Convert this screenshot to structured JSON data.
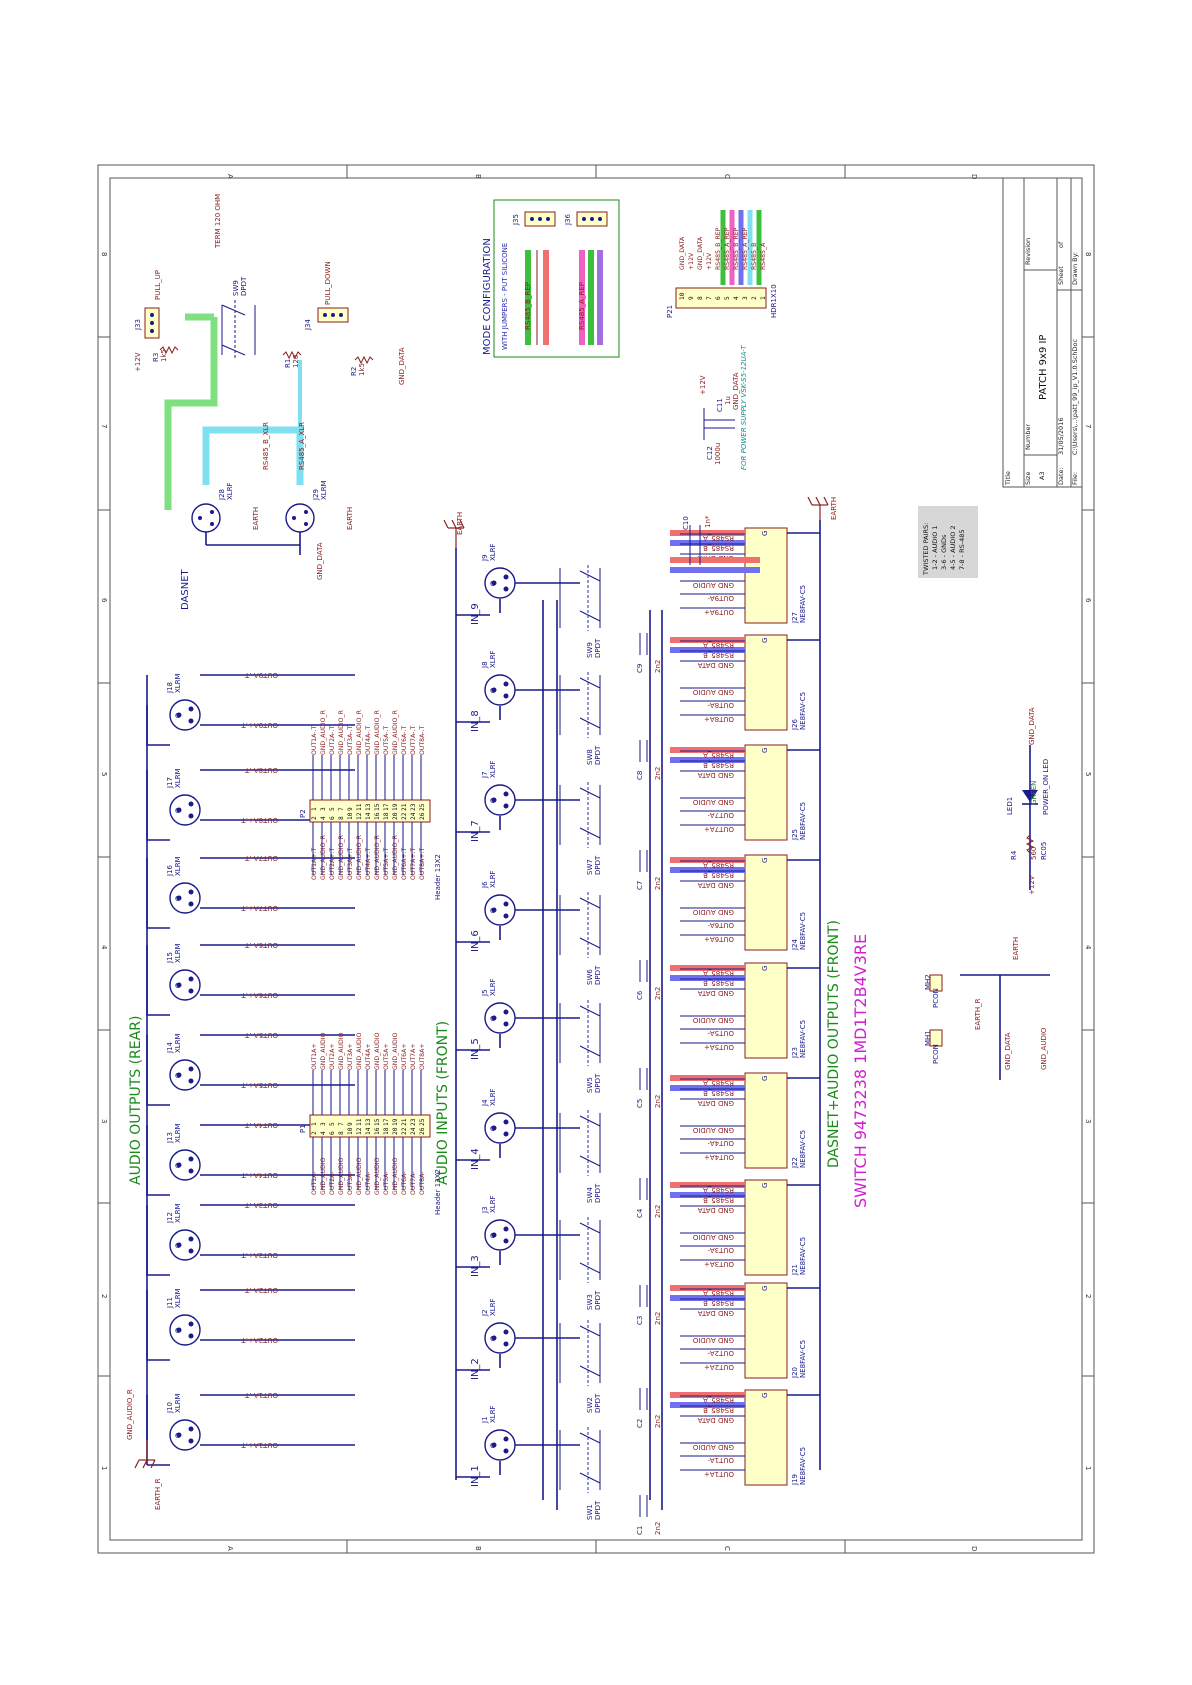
{
  "sheet": {
    "zone_columns": [
      "A",
      "B",
      "C",
      "D"
    ],
    "zone_rows": [
      "1",
      "2",
      "3",
      "4",
      "5",
      "6",
      "7",
      "8"
    ]
  },
  "sections": {
    "rear_outputs": "AUDIO OUTPUTS (REAR)",
    "front_inputs": "AUDIO INPUTS (FRONT)",
    "dasnet_outputs": "DASNET+AUDIO OUTPUTS (FRONT)",
    "switch_part": "SWITCH 9473238 1MD1T2B4V3RE",
    "dasnet": "DASNET",
    "mode_config": "MODE CONFIGURATION",
    "mode_config_note": "WITH JUMPERS - PUT SILICONE",
    "term": "TERM 120 OHM",
    "pull_up": "PULL_UP",
    "pull_down": "PULL_DOWN",
    "power_supply_note": "FOR POWER SUPPLY VSK-S5-12UA-T"
  },
  "rear_outputs": [
    {
      "ref": "J10",
      "type": "XLRM",
      "net_pos": "OUT1A+.T",
      "net_neg": "OUT1A-.T"
    },
    {
      "ref": "J11",
      "type": "XLRM",
      "net_pos": "OUT2A+.T",
      "net_neg": "OUT2A-.T"
    },
    {
      "ref": "J12",
      "type": "XLRM",
      "net_pos": "OUT3A+.T",
      "net_neg": "OUT3A-.T"
    },
    {
      "ref": "J13",
      "type": "XLRM",
      "net_pos": "OUT4A+.T",
      "net_neg": "OUT4A-.T"
    },
    {
      "ref": "J14",
      "type": "XLRM",
      "net_pos": "OUT5A+.T",
      "net_neg": "OUT5A-.T"
    },
    {
      "ref": "J15",
      "type": "XLRM",
      "net_pos": "OUT6A+.T",
      "net_neg": "OUT6A-.T"
    },
    {
      "ref": "J16",
      "type": "XLRM",
      "net_pos": "OUT7A+.T",
      "net_neg": "OUT7A-.T"
    },
    {
      "ref": "J17",
      "type": "XLRM",
      "net_pos": "OUT8A+.T",
      "net_neg": "OUT8A-.T"
    },
    {
      "ref": "J18",
      "type": "XLRM",
      "net_pos": "OUT9A+.T",
      "net_neg": "OUT9A-.T"
    }
  ],
  "rear_ground": {
    "net": "GND_AUDIO_R",
    "earth": "EARTH_R"
  },
  "inputs": [
    {
      "ref": "J1",
      "type": "XLRF",
      "name": "IN_1",
      "sw": "SW1",
      "sw_type": "DPDT",
      "cap": "C1",
      "cap_val": "2n2",
      "out_ref": "J19",
      "out_part": "NE8FAV-C5",
      "net_pos": "OUT1A+",
      "net_neg": "OUT1A-"
    },
    {
      "ref": "J2",
      "type": "XLRF",
      "name": "IN_2",
      "sw": "SW2",
      "sw_type": "DPDT",
      "cap": "C2",
      "cap_val": "2n2",
      "out_ref": "J20",
      "out_part": "NE8FAV-C5",
      "net_pos": "OUT2A+",
      "net_neg": "OUT2A-"
    },
    {
      "ref": "J3",
      "type": "XLRF",
      "name": "IN_3",
      "sw": "SW3",
      "sw_type": "DPDT",
      "cap": "C3",
      "cap_val": "2n2",
      "out_ref": "J21",
      "out_part": "NE8FAV-C5",
      "net_pos": "OUT3A+",
      "net_neg": "OUT3A-"
    },
    {
      "ref": "J4",
      "type": "XLRF",
      "name": "IN_4",
      "sw": "SW4",
      "sw_type": "DPDT",
      "cap": "C4",
      "cap_val": "2n2",
      "out_ref": "J22",
      "out_part": "NE8FAV-C5",
      "net_pos": "OUT4A+",
      "net_neg": "OUT4A-"
    },
    {
      "ref": "J5",
      "type": "XLRF",
      "name": "IN_5",
      "sw": "SW5",
      "sw_type": "DPDT",
      "cap": "C5",
      "cap_val": "2n2",
      "out_ref": "J23",
      "out_part": "NE8FAV-C5",
      "net_pos": "OUT5A+",
      "net_neg": "OUT5A-"
    },
    {
      "ref": "J6",
      "type": "XLRF",
      "name": "IN_6",
      "sw": "SW6",
      "sw_type": "DPDT",
      "cap": "C6",
      "cap_val": "2n2",
      "out_ref": "J24",
      "out_part": "NE8FAV-C5",
      "net_pos": "OUT6A+",
      "net_neg": "OUT6A-"
    },
    {
      "ref": "J7",
      "type": "XLRF",
      "name": "IN_7",
      "sw": "SW7",
      "sw_type": "DPDT",
      "cap": "C7",
      "cap_val": "2n2",
      "out_ref": "J25",
      "out_part": "NE8FAV-C5",
      "net_pos": "OUT7A+",
      "net_neg": "OUT7A-"
    },
    {
      "ref": "J8",
      "type": "XLRF",
      "name": "IN_8",
      "sw": "SW8",
      "sw_type": "DPDT",
      "cap": "C8",
      "cap_val": "2n2",
      "out_ref": "J26",
      "out_part": "NE8FAV-C5",
      "net_pos": "OUT8A+",
      "net_neg": "OUT8A-"
    },
    {
      "ref": "J9",
      "type": "XLRF",
      "name": "IN_9",
      "sw": "SW9",
      "sw_type": "DPDT",
      "cap": "C9",
      "cap_val": "2n2",
      "out_ref": "J27",
      "out_part": "NE8FAV-C5",
      "net_pos": "OUT9A+",
      "net_neg": "OUT9A-"
    }
  ],
  "out_nets": {
    "gnd_audio": "GND AUDIO",
    "gnd_data": "GND DATA",
    "rs485_a": "RS485_A",
    "rs485_b": "RS485_B",
    "pin_g": "G"
  },
  "headers": [
    {
      "ref": "P1",
      "part": "Header 13X2",
      "left": [
        "OUT1A-",
        "GND_AUDIO",
        "OUT2A-",
        "GND_AUDIO",
        "OUT3A-",
        "GND_AUDIO",
        "OUT4A-",
        "GND_AUDIO",
        "OUT5A-",
        "GND_AUDIO",
        "OUT6A-",
        "OUT7A-",
        "OUT8A-"
      ],
      "right": [
        "OUT1A+",
        "GND_AUDIO",
        "OUT2A+",
        "GND_AUDIO",
        "OUT3A+",
        "GND_AUDIO",
        "OUT4A+",
        "GND_AUDIO",
        "OUT5A+",
        "GND_AUDIO",
        "OUT6A+",
        "OUT7A+",
        "OUT8A+"
      ]
    },
    {
      "ref": "P2",
      "part": "Header 13X2",
      "left": [
        "OUT1A+.T",
        "GND_AUDIO_R",
        "OUT2A+.T",
        "GND_AUDIO_R",
        "OUT3A+.T",
        "GND_AUDIO_R",
        "OUT4A+.T",
        "GND_AUDIO_R",
        "OUT5A+.T",
        "GND_AUDIO_R",
        "OUT6A+.T",
        "OUT7A+.T",
        "OUT8A+.T"
      ],
      "right": [
        "OUT1A-.T",
        "GND_AUDIO_R",
        "OUT2A-.T",
        "GND_AUDIO_R",
        "OUT3A-.T",
        "GND_AUDIO_R",
        "OUT4A-.T",
        "GND_AUDIO_R",
        "OUT5A-.T",
        "GND_AUDIO_R",
        "OUT6A-.T",
        "OUT7A-.T",
        "OUT8A-.T"
      ]
    }
  ],
  "header_pins": [
    "1",
    "2",
    "3",
    "4",
    "5",
    "6",
    "7",
    "8",
    "9",
    "10",
    "11",
    "12",
    "13",
    "14",
    "15",
    "16",
    "17",
    "18",
    "19",
    "20",
    "21",
    "22",
    "23",
    "24",
    "25",
    "26"
  ],
  "dasnet": {
    "j28": "J28",
    "j28_type": "XLRF",
    "j29": "J29",
    "j29_type": "XLRM",
    "j33": "J33",
    "j34": "J34",
    "sw9": "SW9",
    "sw9_type": "DPDT",
    "r1": "R1",
    "r1_val": "120",
    "r2": "R2",
    "r2_val": "1k5",
    "r3": "R3",
    "r3_val": "1k5",
    "rs485_xlr": "RS485_A_XLR",
    "rs485_b_xlr": "RS485_B_XLR",
    "gnd_data": "GND_DATA",
    "earth": "EARTH",
    "v12": "+12V"
  },
  "jumpers": {
    "j35": "J35",
    "j36": "J36",
    "rs_b": "RS485_B_REP",
    "rs_a": "RS485_A_REP"
  },
  "power_header": {
    "ref": "P21",
    "part": "HDR1X10",
    "pins": [
      "10",
      "9",
      "8",
      "7",
      "6",
      "5",
      "4",
      "3",
      "2",
      "1"
    ],
    "nets": [
      "GND_DATA",
      "+12V",
      "GND_DATA",
      "+12V",
      "RS485_B_REP",
      "RS485_A_REP",
      "RS485_B_REP",
      "RS485_A_REP",
      "RS485_B",
      "RS485_A"
    ]
  },
  "power": {
    "c11": "C11",
    "c11_val": "1u",
    "c12": "C12",
    "c12_val": "1000u",
    "v12": "+12V",
    "gnd": "GND_DATA",
    "c10": "C10",
    "c10_val": "1n*"
  },
  "led": {
    "ref": "LED1",
    "color": "GREEN",
    "name": "POWER_ON LED",
    "r": "R4",
    "r_val": "560",
    "r_pkg": "RC05",
    "v12": "+12V",
    "gnd": "GND_DATA"
  },
  "mounts": {
    "mh1": "MH1",
    "mh2": "MH2",
    "pcon": "PCON",
    "earth": "EARTH",
    "earth_r": "EARTH_R",
    "gnd_data": "GND_DATA",
    "gnd_audio": "GND_AUDIO"
  },
  "twisted_pairs": {
    "title": "TWISTED PAIRS:",
    "lines": [
      "1-2 - AUDIO 1",
      "3-6 - GNDs",
      "4-5 - AUDIO 2",
      "7-8 - RS-485"
    ]
  },
  "title_block": {
    "title_label": "Title",
    "title": "PATCH 9x9 IP",
    "size_label": "Size",
    "size": "A3",
    "number_label": "Number",
    "revision_label": "Revision",
    "date_label": "Date:",
    "date": "31/05/2016",
    "file_label": "File:",
    "file": "C:\\Users\\...\\patt_99_ip_V1.0.SchDoc",
    "sheet_label": "Sheet",
    "sheet_of": "of",
    "drawn_label": "Drawn By:"
  },
  "colors": {
    "wire": "#1a1a8a",
    "net_label": "#8b1e1e",
    "section_green": "#1a8a1a",
    "magenta": "#d21fd2",
    "hl_green": "#7fe07f",
    "hl_cyan": "#7ee0f0",
    "hl_red": "#f07070",
    "hl_blue": "#7070f0",
    "hl_pink": "#f060c0",
    "hl_purple": "#a070e0"
  }
}
